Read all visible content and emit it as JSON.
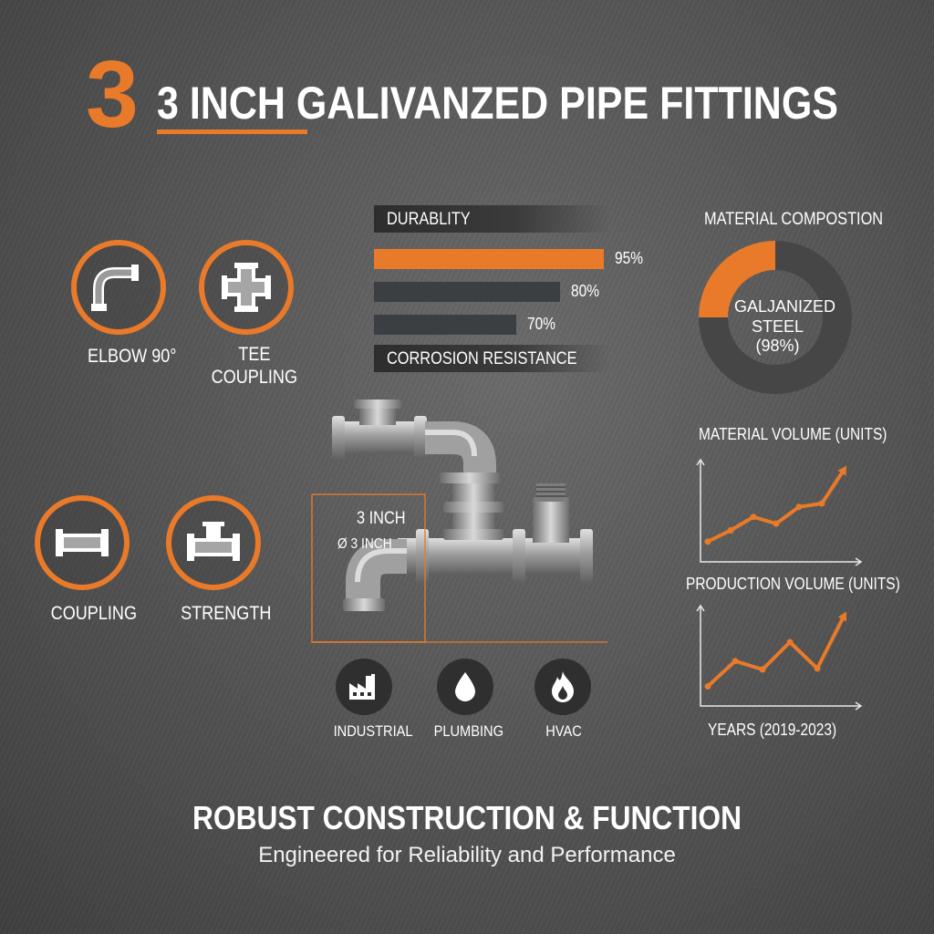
{
  "header": {
    "big_number": "3",
    "title": "3 INCH GALIVANZED PIPE FITTINGS"
  },
  "fittings": [
    {
      "label": "ELBOW 90°",
      "icon": "elbow-icon"
    },
    {
      "label": "TEE\nCOUPLING",
      "icon": "cross-coupling-icon"
    },
    {
      "label": "COUPLING",
      "icon": "coupling-icon"
    },
    {
      "label": "STRENGTH",
      "icon": "tee-icon"
    }
  ],
  "bars": {
    "top_label": "DURABLITY",
    "bottom_label": "CORROSION RESISTANCE"
  },
  "chart_data": [
    {
      "type": "bar",
      "orientation": "horizontal",
      "categories": [
        "",
        "",
        ""
      ],
      "values": [
        95,
        80,
        70
      ],
      "value_labels": [
        "95%",
        "80%",
        "70%"
      ],
      "xlim": [
        0,
        100
      ]
    },
    {
      "type": "pie",
      "title": "MATERIAL COMPOSTION",
      "center_label": "GALJANIZED\nSTEEL\n(98%)",
      "slices": [
        {
          "label": "",
          "value": 25,
          "color": "#e87a2a"
        },
        {
          "label": "",
          "value": 75,
          "color": "#464646"
        }
      ]
    },
    {
      "type": "line",
      "title": "MATERIAL VOLUME (UNITS)",
      "x": [
        1,
        2,
        3,
        4,
        5,
        6,
        7
      ],
      "y": [
        1,
        2,
        3.2,
        2.6,
        4.1,
        4.4,
        7.5
      ]
    },
    {
      "type": "line",
      "title": "PRODUCTION VOLUME (UNITS)",
      "xlabel": "YEARS (2019-2023)",
      "x": [
        1,
        2,
        3,
        4,
        5,
        6
      ],
      "y": [
        1,
        3.4,
        2.6,
        5.2,
        2.7,
        7.8
      ]
    }
  ],
  "pipe": {
    "size_label": "3 INCH",
    "diameter_label": "Ø 3 INCH"
  },
  "industries": [
    {
      "label": "INDUSTRIAL",
      "icon": "factory-icon"
    },
    {
      "label": "PLUMBING",
      "icon": "water-drop-icon"
    },
    {
      "label": "HVAC",
      "icon": "flame-icon"
    }
  ],
  "footer": {
    "title": "ROBUST CONSTRUCTION & FUNCTION",
    "subtitle": "Engineered for Reliability and Performance"
  },
  "colors": {
    "accent": "#e87a2a",
    "dark": "#3a3a3a"
  }
}
